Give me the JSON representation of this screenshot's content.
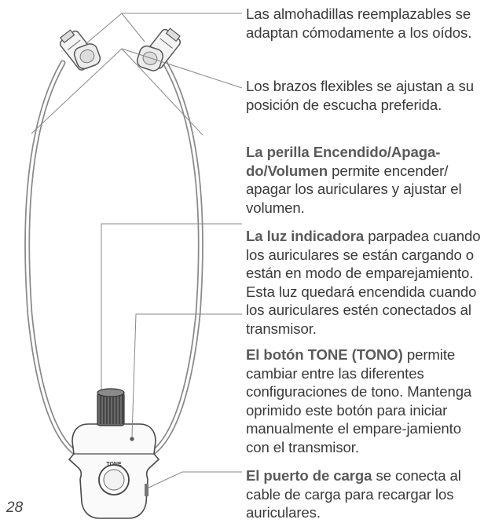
{
  "page_number": "28",
  "device_label": "TONE",
  "callouts": [
    {
      "bold": "",
      "text": "Las almohadillas reemplazables se adaptan cómodamente a los oídos."
    },
    {
      "bold": "",
      "text": "Los brazos flexibles se ajustan a su posición de escucha preferida."
    },
    {
      "bold": "La perilla Encendido/Apaga-do/Volumen",
      "text": " permite encender/ apagar los auriculares y ajustar el volumen."
    },
    {
      "bold": "La luz indicadora",
      "text": " parpadea cuando los auriculares se están cargando o están en modo de emparejamiento. Esta luz quedará encendida cuando los auriculares estén conectados al transmisor."
    },
    {
      "bold": "El botón TONE (TONO)",
      "text": " permite cambiar entre las diferentes configuraciones de tono. Mantenga oprimido este botón para iniciar manualmente el empare-jamiento con el transmisor."
    },
    {
      "bold": "El puerto de carga",
      "text": " se conecta al cable de carga para recargar los auriculares."
    }
  ]
}
